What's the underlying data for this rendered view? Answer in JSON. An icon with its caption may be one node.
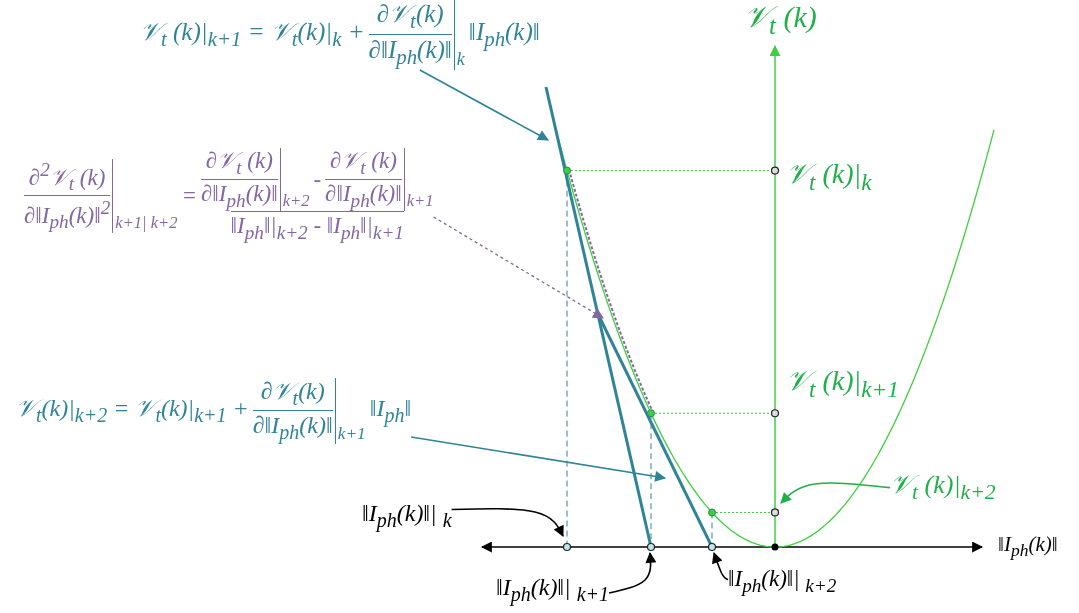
{
  "diagram": {
    "nodes": [
      {
        "text": [
          "𝒱$_{t}$ (k)|$_{k+1}$ = 𝒱$_{t}$(k)|$_{k}$ +",
          "∂𝒱$_{t}$(k)",
          "∂‖I$_{ph}$(k)‖",
          "k",
          "‖I$_{ph}$(k)‖"
        ]
      },
      {
        "text": [
          "∂$^{2}$𝒱$_{t}$ (k)",
          "∂‖I$_{ph}$(k)‖$^{2}$",
          "k+1| k+2",
          "=",
          "∂𝒱$_{t}$ (k)",
          "∂‖I$_{ph}$(k)‖",
          "k+2",
          "-",
          "∂𝒱$_{t}$ (k)",
          "∂‖I$_{ph}$(k)‖",
          "k+1",
          "‖I$_{ph}$‖|$_{k+2}$ - ‖I$_{ph}$‖|$_{k+1}$"
        ]
      },
      {
        "text": [
          "𝒱$_{t}$(k)|$_{k+2}$ = 𝒱$_{t}$(k)|$_{k+1}$ +",
          "∂𝒱$_{t}$(k)",
          "∂‖I$_{ph}$(k)‖",
          "k+1",
          "‖I$_{ph}$‖"
        ]
      },
      {
        "text": [
          "‖I$_{ph}$(k)‖| $_{k}$"
        ]
      },
      {
        "text": [
          "‖I$_{ph}$(k)‖| $_{k+1}$"
        ]
      },
      {
        "text": [
          "‖I$_{ph}$(k)‖| $_{k+2}$"
        ]
      },
      {
        "text": [
          "𝒱$_{t}$ (k)|$_{k+2}$"
        ]
      }
    ],
    "edges": [
      {
        "from": 0,
        "to": null,
        "arrow": "to",
        "color": "#2f8497"
      },
      {
        "from": 1,
        "to": null,
        "arrow": "to",
        "style": "dashed",
        "color": "#8466a3"
      },
      {
        "from": 2,
        "to": null,
        "arrow": "to",
        "color": "#2f8497"
      },
      {
        "from": 3,
        "to": null,
        "arrow": "to"
      },
      {
        "from": 4,
        "to": null,
        "arrow": "to"
      },
      {
        "from": 5,
        "to": null,
        "arrow": "to"
      },
      {
        "from": 6,
        "to": null,
        "arrow": "to",
        "color": "#1fb04a"
      }
    ],
    "labels": [
      "𝒱$_{t}$ (k)",
      "𝒱$_{t}$ (k)|$_{k}$",
      "𝒱$_{t}$ (k)|$_{k+1}$",
      "‖I$_{ph}$(k)‖"
    ]
  }
}
